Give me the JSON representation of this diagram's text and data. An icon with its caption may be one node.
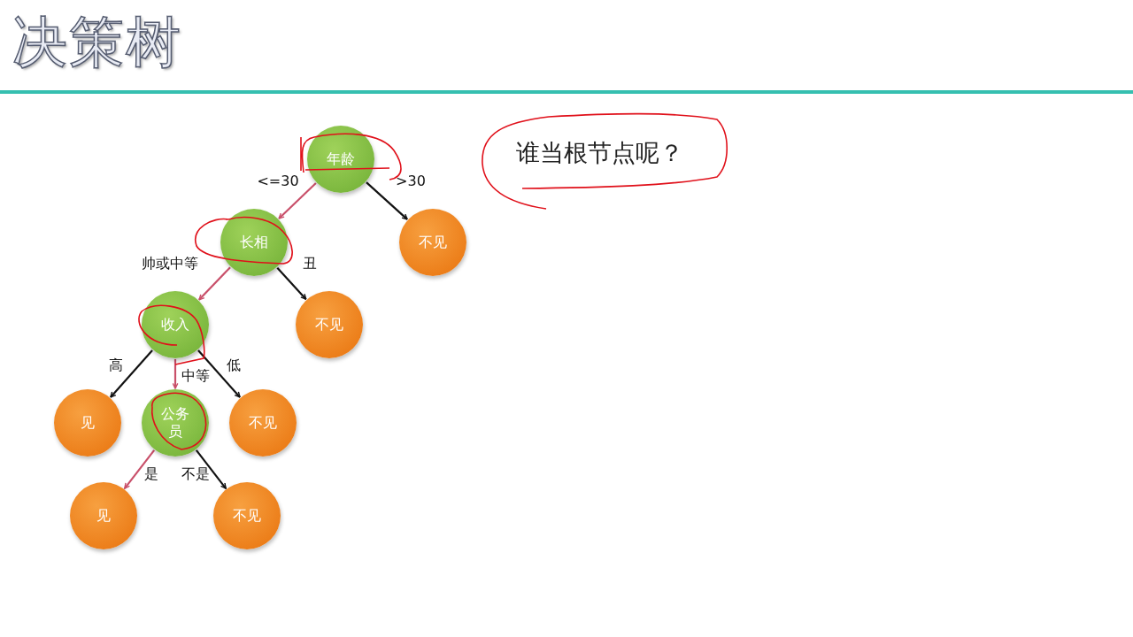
{
  "diagram": {
    "title": "决策树",
    "nodes": [
      {
        "text": [
          "年龄"
        ]
      },
      {
        "text": [
          "长相"
        ]
      },
      {
        "text": [
          "不见"
        ]
      },
      {
        "text": [
          "收入"
        ]
      },
      {
        "text": [
          "不见"
        ]
      },
      {
        "text": [
          "见"
        ]
      },
      {
        "text": [
          "公务员"
        ]
      },
      {
        "text": [
          "不见"
        ]
      },
      {
        "text": [
          "见"
        ]
      },
      {
        "text": [
          "不见"
        ]
      }
    ],
    "edges": [
      {
        "from": 0,
        "to": 1,
        "arrow": "to",
        "label": "<=30",
        "color": "#c9506a"
      },
      {
        "from": 0,
        "to": 2,
        "arrow": "to",
        "label": ">30"
      },
      {
        "from": 1,
        "to": 3,
        "arrow": "to",
        "label": "帅或中等",
        "color": "#c9506a"
      },
      {
        "from": 1,
        "to": 4,
        "arrow": "to",
        "label": "丑"
      },
      {
        "from": 3,
        "to": 5,
        "arrow": "to",
        "label": "高"
      },
      {
        "from": 3,
        "to": 6,
        "arrow": "to",
        "label": "中等",
        "color": "#c9506a"
      },
      {
        "from": 3,
        "to": 7,
        "arrow": "to",
        "label": "低"
      },
      {
        "from": 6,
        "to": 8,
        "arrow": "to",
        "label": "是",
        "color": "#c9506a"
      },
      {
        "from": 6,
        "to": 9,
        "arrow": "to",
        "label": "不是"
      }
    ],
    "labels": [
      "谁当根节点呢？"
    ]
  }
}
